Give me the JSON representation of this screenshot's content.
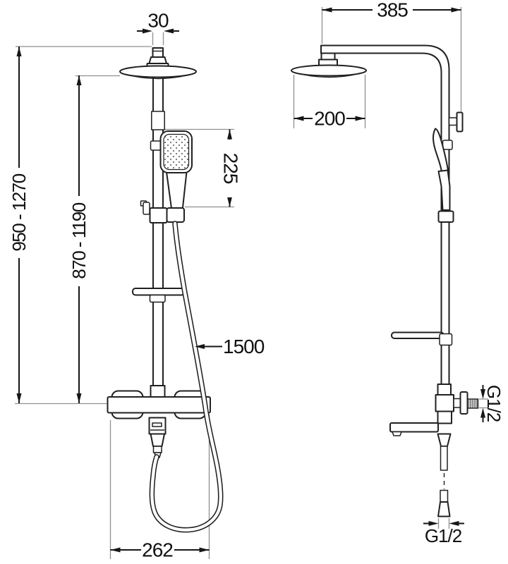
{
  "front_view": {
    "dim_stem_width": "30",
    "dim_total_height": "950 - 1270",
    "dim_mixer_height": "870 - 1190",
    "dim_handset_length": "225",
    "dim_hose_length": "1500",
    "dim_mixer_width": "262"
  },
  "side_view": {
    "dim_arm_reach": "385",
    "dim_head_diameter": "200",
    "dim_outlet_thread": "G1/2",
    "dim_hose_thread": "G1/2"
  },
  "colors": {
    "background": "#ffffff",
    "outline": "#202020",
    "dimension": "#161616",
    "extension": "#8f8f8f"
  }
}
